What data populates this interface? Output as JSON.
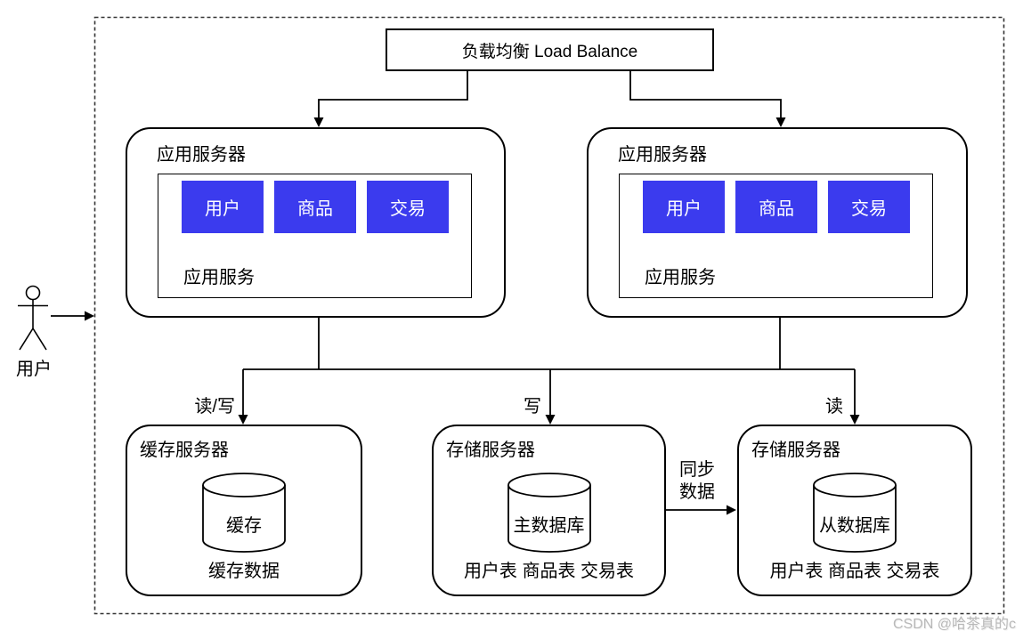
{
  "colors": {
    "module_blue": "#3b3bee",
    "line_black": "#000000",
    "watermark_gray": "#b8b8b8"
  },
  "load_balancer": {
    "label": "负载均衡 Load Balance"
  },
  "actor": {
    "label": "用户"
  },
  "app_servers": [
    {
      "title": "应用服务器",
      "modules": [
        "用户",
        "商品",
        "交易"
      ],
      "service_label": "应用服务"
    },
    {
      "title": "应用服务器",
      "modules": [
        "用户",
        "商品",
        "交易"
      ],
      "service_label": "应用服务"
    }
  ],
  "edge_labels": {
    "cache": "读/写",
    "write": "写",
    "read": "读",
    "sync_line1": "同步",
    "sync_line2": "数据"
  },
  "cache_server": {
    "title": "缓存服务器",
    "db_label": "缓存",
    "data_label": "缓存数据"
  },
  "master_storage": {
    "title": "存储服务器",
    "db_label": "主数据库",
    "tables_label": "用户表 商品表 交易表"
  },
  "slave_storage": {
    "title": "存储服务器",
    "db_label": "从数据库",
    "tables_label": "用户表 商品表 交易表"
  },
  "watermark": "CSDN @哈茶真的c"
}
